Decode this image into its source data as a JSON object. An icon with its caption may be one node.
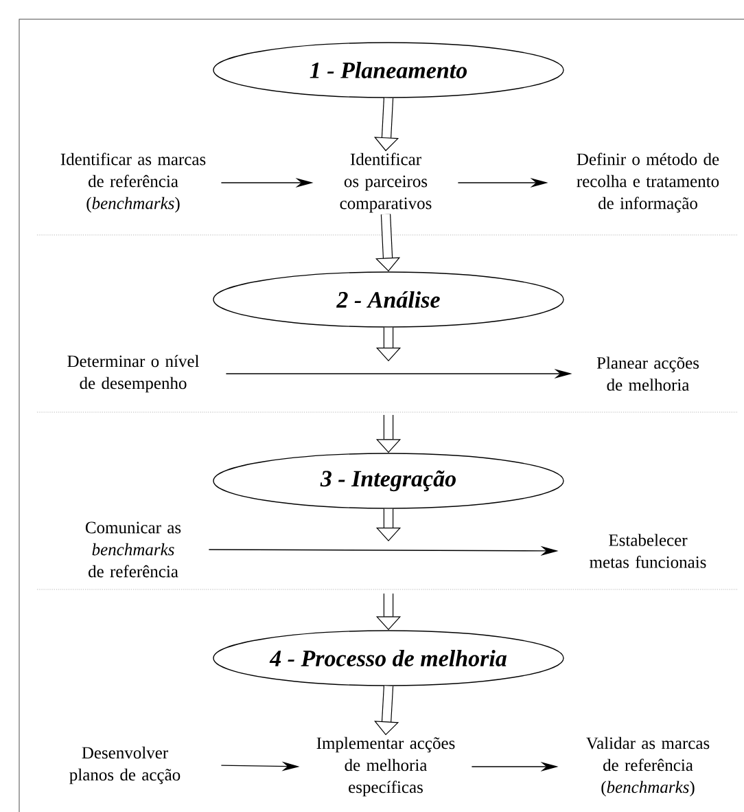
{
  "diagram": {
    "nodes": [
      {
        "text": [
          "1 - Planeamento"
        ]
      },
      {
        "text": [
          "Identificar as marcas de referência (*benchmarks*)"
        ]
      },
      {
        "text": [
          "Identificar os parceiros comparativos"
        ]
      },
      {
        "text": [
          "Definir o método de recolha e tratamento de informação"
        ]
      },
      {
        "text": [
          "2 - Análise"
        ]
      },
      {
        "text": [
          "Determinar o nível de desempenho"
        ]
      },
      {
        "text": [
          "Planear acções de melhoria"
        ]
      },
      {
        "text": [
          "3 - Integração"
        ]
      },
      {
        "text": [
          "Comunicar as *benchmarks* de referência"
        ]
      },
      {
        "text": [
          "Estabelecer metas funcionais"
        ]
      },
      {
        "text": [
          "4 - Processo de melhoria"
        ]
      },
      {
        "text": [
          "Desenvolver planos de acção"
        ]
      },
      {
        "text": [
          "Implementar acções de melhoria específicas"
        ]
      },
      {
        "text": [
          "Validar as marcas de referência (*benchmarks*)"
        ]
      }
    ],
    "edges": [
      {
        "from": 1,
        "to": 2,
        "arrow": "to"
      },
      {
        "from": 2,
        "to": 3,
        "arrow": "to"
      },
      {
        "from": 5,
        "to": 6,
        "arrow": "to"
      },
      {
        "from": 8,
        "to": 9,
        "arrow": "to"
      },
      {
        "from": 11,
        "to": 12,
        "arrow": "to"
      },
      {
        "from": 12,
        "to": 13,
        "arrow": "to"
      },
      {
        "from": 0,
        "to": 2,
        "arrow": "to"
      },
      {
        "from": 2,
        "to": 4,
        "arrow": "to"
      },
      {
        "from": 4,
        "to": null,
        "arrow": "to"
      },
      {
        "from": null,
        "to": 7,
        "arrow": "to"
      },
      {
        "from": 7,
        "to": null,
        "arrow": "to"
      },
      {
        "from": null,
        "to": 10,
        "arrow": "to"
      },
      {
        "from": 10,
        "to": 12,
        "arrow": "to"
      }
    ]
  }
}
